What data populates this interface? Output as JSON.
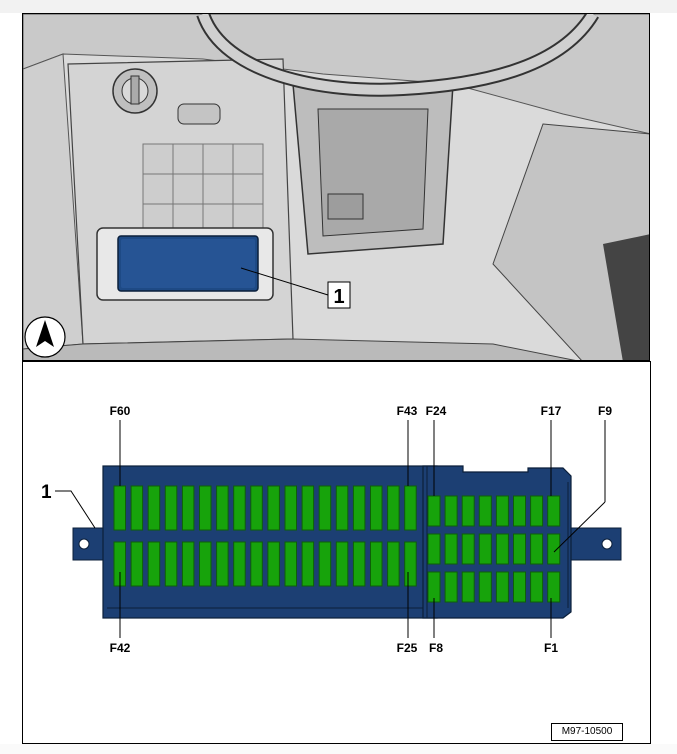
{
  "photo": {
    "callout_number": "1"
  },
  "diagram": {
    "callout_number": "1",
    "reference_code": "M97-10500",
    "fuse_labels_top": [
      "F60",
      "F43",
      "F24",
      "F17",
      "F9"
    ],
    "fuse_labels_bottom": [
      "F42",
      "F25",
      "F8",
      "F1"
    ],
    "colors": {
      "housing": "#1c3f73",
      "housing_dark": "#163459",
      "fuse": "#17a30b",
      "fuse_outline": "#0e5f07"
    }
  }
}
